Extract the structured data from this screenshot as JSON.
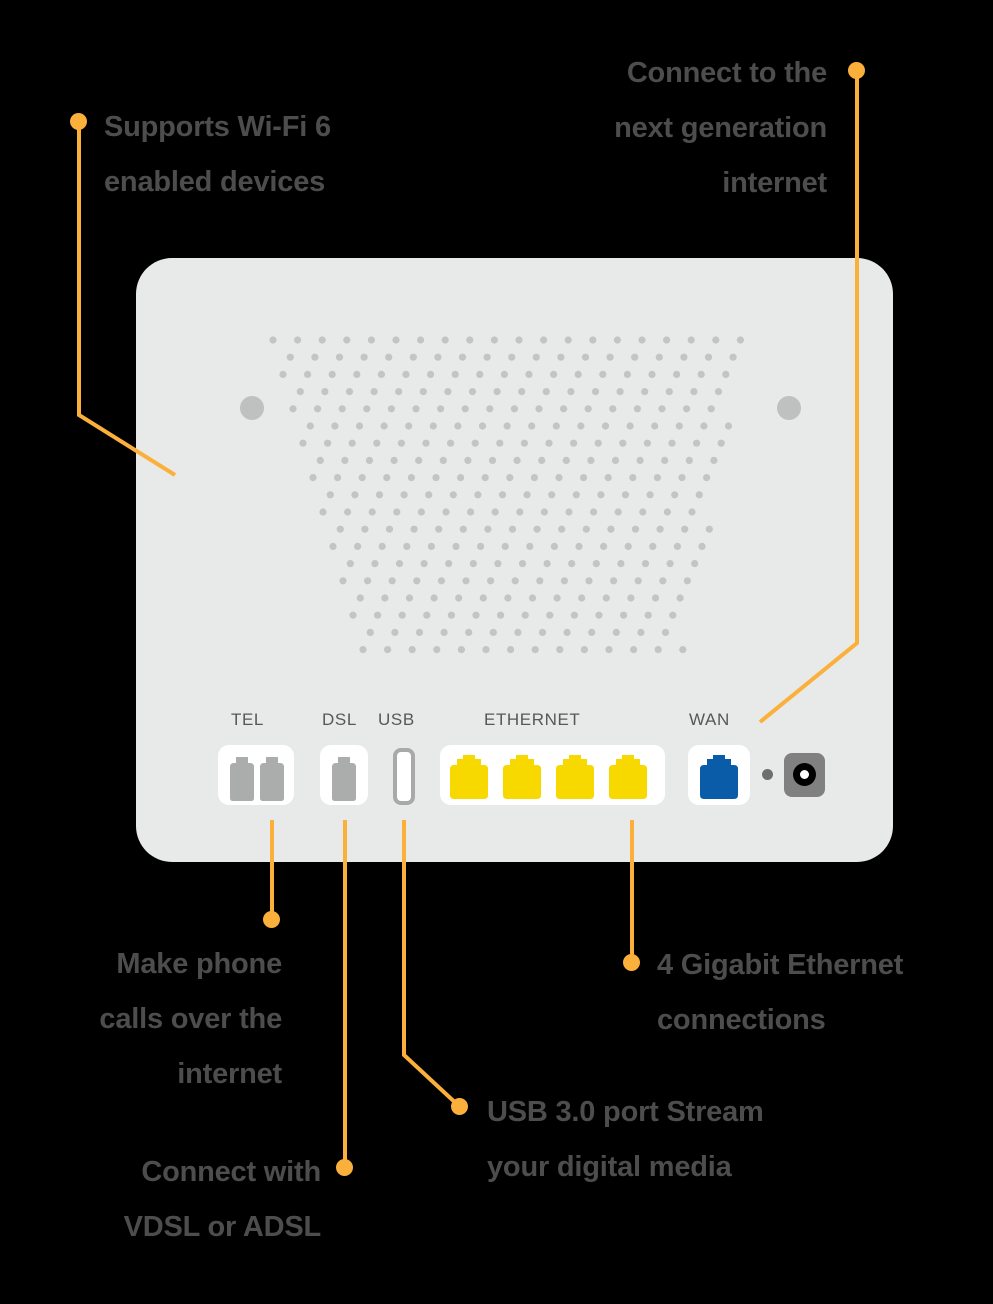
{
  "diagram": {
    "title": "Router rear panel feature callouts",
    "device": "broadband router rear view",
    "accent_color": "#FBB03B",
    "body_color": "#E8EAEA",
    "text_color": "#4D4D4D",
    "ethernet_port_color": "#F7D900",
    "wan_port_color": "#0A5BA8",
    "tel_port_color": "#ABACAC"
  },
  "ports": {
    "labels": [
      {
        "id": "tel",
        "text": "TEL"
      },
      {
        "id": "dsl",
        "text": "DSL"
      },
      {
        "id": "usb",
        "text": "USB"
      },
      {
        "id": "ethernet",
        "text": "ETHERNET"
      },
      {
        "id": "wan",
        "text": "WAN"
      }
    ],
    "ethernet_count": 4,
    "tel_count": 2,
    "dsl_count": 1
  },
  "callouts": [
    {
      "id": "wifi6",
      "text": "Supports Wi-Fi 6\nenabled devices",
      "align": "left"
    },
    {
      "id": "next-gen-internet",
      "text": "Connect to the\nnext generation\ninternet",
      "align": "right"
    },
    {
      "id": "phone-calls",
      "text": "Make phone\ncalls over the\ninternet",
      "align": "right"
    },
    {
      "id": "vdsl-adsl",
      "text": "Connect with\nVDSL or ADSL",
      "align": "right"
    },
    {
      "id": "usb3",
      "text": "USB 3.0 port Stream\nyour digital media",
      "align": "left"
    },
    {
      "id": "gigabit-ethernet",
      "text": "4 Gigabit Ethernet\nconnections",
      "align": "left"
    }
  ]
}
